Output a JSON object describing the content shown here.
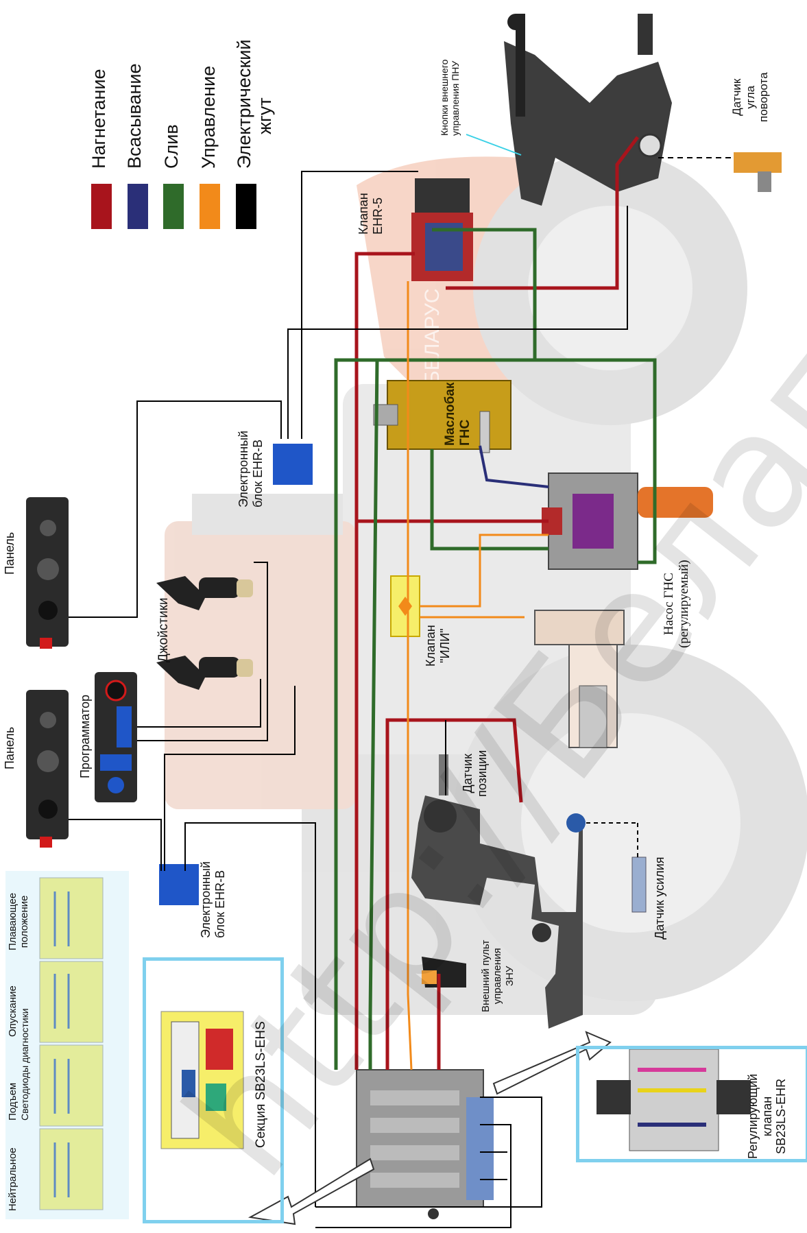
{
  "legend": {
    "items": [
      {
        "label": "Нагнетание",
        "color": "#a8141c"
      },
      {
        "label": "Всасывание",
        "color": "#2a2f78"
      },
      {
        "label": "Слив",
        "color": "#2f6b2a"
      },
      {
        "label": "Управление",
        "color": "#f28a1a"
      },
      {
        "label": "Электрический",
        "label2": "жгут",
        "color": "#000000"
      }
    ]
  },
  "labels": {
    "pnu_buttons": [
      "Кнопки внешнего",
      "управления ПНУ"
    ],
    "angle_sensor": [
      "Датчик",
      "угла",
      "поворота"
    ],
    "ehr5_valve": [
      "Клапан",
      "EHR-5"
    ],
    "ehrb_top": [
      "Электронный",
      "блок EHR-B"
    ],
    "oil_tank": [
      "Маслобак",
      "ГНС"
    ],
    "gns_pump": [
      "Насос ГНС",
      "(регулируемый)"
    ],
    "or_valve": [
      "Клапан",
      "\"ИЛИ\""
    ],
    "panel_top": "Панель",
    "joysticks": "Джойстики",
    "panel_bottom": "Панель",
    "programmer": "Программатор",
    "ehrb_bottom": [
      "Электронный",
      "блок EHR-B"
    ],
    "position_sensor": [
      "Датчик",
      "позиции"
    ],
    "force_sensor": "Датчик усилия",
    "external_remote": [
      "Внешний пульт",
      "управления",
      "ЗНУ"
    ],
    "section": "Секция SB23LS-EHS",
    "regulating_valve": [
      "Регулирующий",
      "клапан",
      "SB23LS-EHR"
    ],
    "strip_states": [
      "Нейтральное",
      "Подъем",
      "Опускание",
      "Плавающее"
    ],
    "strip_states2": [
      "",
      "",
      "",
      "положение"
    ],
    "strip_leds": "Светодиоды диагностики",
    "tractor_brand": "БЕЛАРУС"
  },
  "watermark": "http://Белагро.рф"
}
